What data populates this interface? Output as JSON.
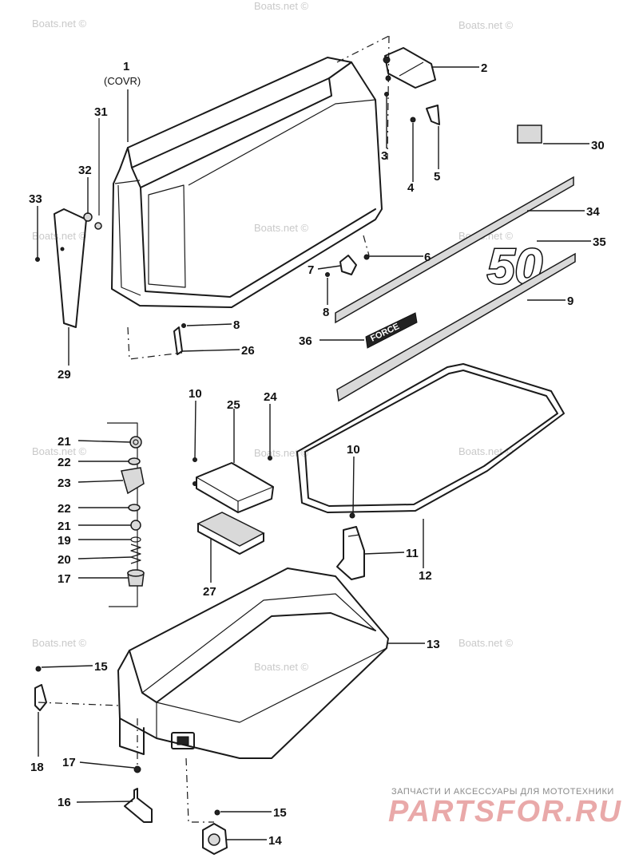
{
  "watermark": "Boats.net ©",
  "cover_sublabel": "(COVR)",
  "decal_number": "50",
  "decal_brand": "FORCE",
  "footer": {
    "tagline": "ЗАПЧАСТИ И АКСЕССУАРЫ ДЛЯ МОТОТЕХНИКИ",
    "logo": "PARTSFOR.RU"
  },
  "callouts": {
    "c1": "1",
    "c2": "2",
    "c3": "3",
    "c4": "4",
    "c5": "5",
    "c6": "6",
    "c7": "7",
    "c8a": "8",
    "c8b": "8",
    "c9": "9",
    "c10a": "10",
    "c10b": "10",
    "c11": "11",
    "c12": "12",
    "c13": "13",
    "c14": "14",
    "c15a": "15",
    "c15b": "15",
    "c16": "16",
    "c17a": "17",
    "c17b": "17",
    "c18": "18",
    "c19": "19",
    "c20": "20",
    "c21a": "21",
    "c21b": "21",
    "c22a": "22",
    "c22b": "22",
    "c23": "23",
    "c24": "24",
    "c25": "25",
    "c26": "26",
    "c27": "27",
    "c29": "29",
    "c30": "30",
    "c31": "31",
    "c32": "32",
    "c33": "33",
    "c34": "34",
    "c35": "35",
    "c36": "36"
  },
  "colors": {
    "line": "#1a1a1a",
    "watermark": "#c9c9c9",
    "logo": "#e9a9a9"
  }
}
